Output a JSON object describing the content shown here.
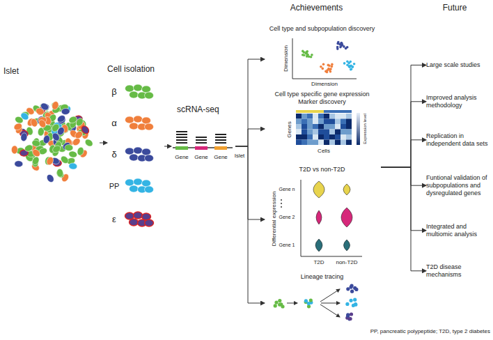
{
  "diagram": {
    "nodes": [
      {
        "text": [
          "Islet"
        ]
      },
      {
        "text": [
          "Cell isolation"
        ]
      },
      {
        "text": [
          "scRNA-seq"
        ]
      },
      {
        "text": [
          "Achievements"
        ]
      },
      {
        "text": [
          "Cell type and subpopulation discovery"
        ],
        "in": 3
      },
      {
        "text": [
          "Cell type specific gene expression Marker discovery"
        ],
        "in": 3
      },
      {
        "text": [
          "T2D vs non-T2D"
        ],
        "in": 3
      },
      {
        "text": [
          "Lineage tracing"
        ],
        "in": 3
      },
      {
        "text": [
          "Future"
        ]
      },
      {
        "text": [
          "Large scale studies"
        ],
        "in": 8
      },
      {
        "text": [
          "Improved analysis methodology"
        ],
        "in": 8
      },
      {
        "text": [
          "Replication in independent data sets"
        ],
        "in": 8
      },
      {
        "text": [
          "Funtional validation of subpopulations and dysregulated genes"
        ],
        "in": 8
      },
      {
        "text": [
          "Integrated and multiomic analysis"
        ],
        "in": 8
      },
      {
        "text": [
          "T2D disease mechanisms"
        ],
        "in": 8
      }
    ],
    "edges": [
      {
        "from": 0,
        "to": 1,
        "arrow": "to"
      },
      {
        "from": 1,
        "to": 2,
        "arrow": "to"
      },
      {
        "from": 2,
        "to": 4,
        "arrow": "to"
      },
      {
        "from": 2,
        "to": 5,
        "arrow": "to"
      },
      {
        "from": 2,
        "to": 6,
        "arrow": "to"
      },
      {
        "from": 2,
        "to": 7,
        "arrow": "to"
      },
      {
        "from": 3,
        "to": 9,
        "arrow": "to"
      },
      {
        "from": 3,
        "to": 10,
        "arrow": "to"
      },
      {
        "from": 3,
        "to": 11,
        "arrow": "to"
      },
      {
        "from": 3,
        "to": 12,
        "arrow": "to"
      },
      {
        "from": 3,
        "to": 13,
        "arrow": "to"
      },
      {
        "from": 3,
        "to": 14,
        "arrow": "to"
      }
    ],
    "labels": [
      "β",
      "α",
      "δ",
      "PP",
      "ε",
      "Gene",
      "Gene",
      "Gene",
      "Islet",
      "Dimension",
      "Dimension",
      "Genes",
      "Cells",
      "Expression level",
      "Differential expression",
      "Gene n",
      "Gene 2",
      "Gene 1",
      "T2D",
      "non-T2D",
      "PP, pancreatic polypeptide; T2D, type 2 diabetes"
    ]
  }
}
